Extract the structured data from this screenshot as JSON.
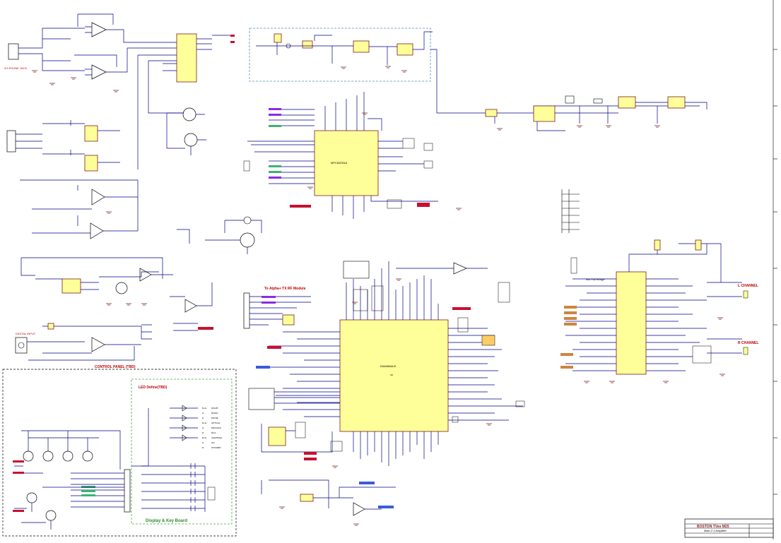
{
  "labels": {
    "jack": "3.5 PHONE JACK",
    "mcu": "MPC82E54A",
    "dsp": "DA6068ALB",
    "dsp_ref": "U8",
    "rf_module": "To Alpha+ TX RF Module",
    "control_panel": "CONTROL PANEL (TBD)",
    "led_define": "LED Define(TBD)",
    "display_keyboard": "Display & Key Board",
    "two_full_bridge": "Two Full Bridge",
    "l_channel": "L CHANNEL",
    "r_channel": "R CHANNEL",
    "optical_input": "DIGITAL INPUT"
  },
  "led_legend": [
    {
      "code": "R+G",
      "name": "DOLBY"
    },
    {
      "code": "G",
      "name": "MUSIC"
    },
    {
      "code": "R",
      "name": "MOVIE"
    },
    {
      "code": "R+G",
      "name": "OPTICAL"
    },
    {
      "code": "G",
      "name": "MINIJACK"
    },
    {
      "code": "R",
      "name": "RCA"
    },
    {
      "code": "R+G",
      "name": "LEARNING"
    },
    {
      "code": "G",
      "name": "ON"
    },
    {
      "code": "R",
      "name": "STANDBY"
    }
  ],
  "title_block": {
    "project": "BOSTON TVee M25",
    "sheet_title": "Main 2.1 Amplifier"
  },
  "colors": {
    "wire": "#00008b",
    "chip_fill": "#ffff99",
    "chip_border": "#7a1f1f",
    "net_flag": "#c8102e",
    "heading_red": "#c00000",
    "heading_green": "#2e8b2e",
    "dashed_box_blue": "#4a90b8",
    "dashed_box_green": "#44aa44"
  }
}
